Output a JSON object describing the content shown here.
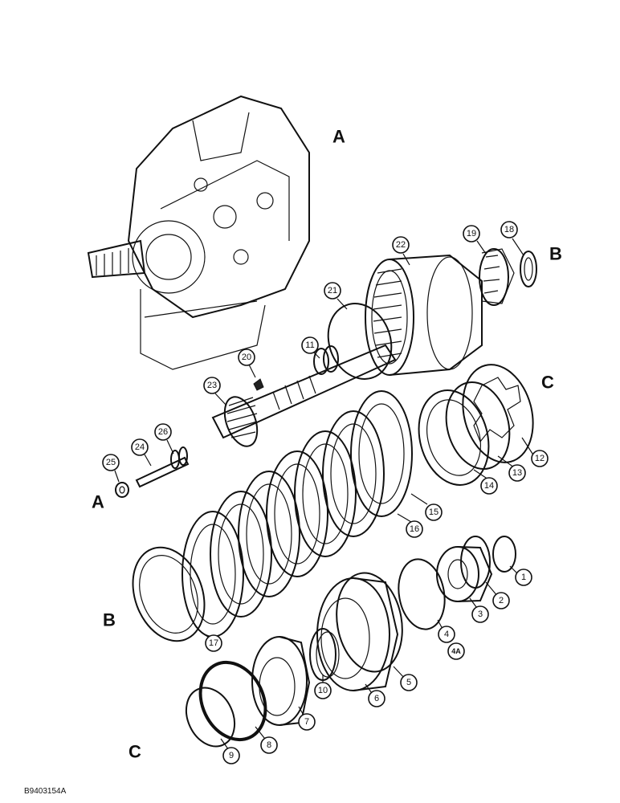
{
  "diagram": {
    "letters": [
      {
        "id": "A_top",
        "text": "A"
      },
      {
        "id": "B_top",
        "text": "B"
      },
      {
        "id": "C_top",
        "text": "C"
      },
      {
        "id": "A_left",
        "text": "A"
      },
      {
        "id": "B_left",
        "text": "B"
      },
      {
        "id": "C_bottom",
        "text": "C"
      }
    ],
    "callouts": [
      "1",
      "2",
      "3",
      "4",
      "4A",
      "5",
      "6",
      "7",
      "8",
      "9",
      "10",
      "11",
      "12",
      "13",
      "14",
      "15",
      "16",
      "17",
      "18",
      "19",
      "20",
      "21",
      "22",
      "23",
      "24",
      "25",
      "26"
    ],
    "reference": "B9403154A"
  }
}
